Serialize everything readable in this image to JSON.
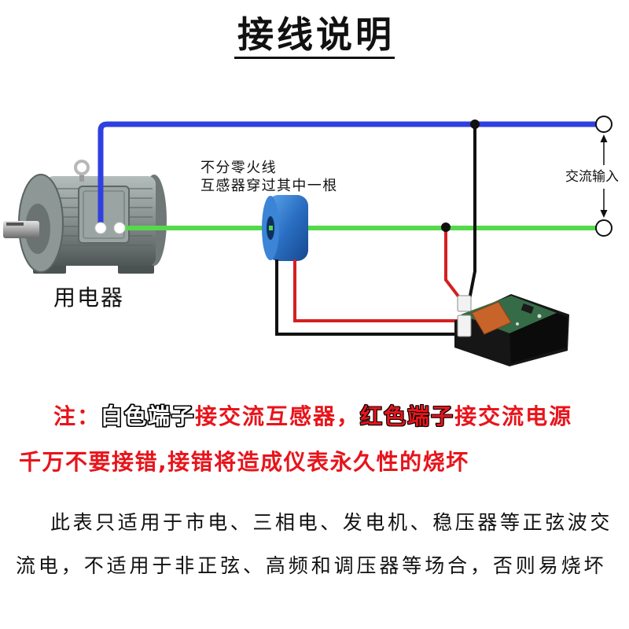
{
  "title": "接线说明",
  "labels": {
    "ct_note_1": "不分零火线",
    "ct_note_2": "互感器穿过其中一根",
    "ac_input": "交流输入",
    "appliance": "用电器"
  },
  "note": {
    "prefix": "注：",
    "white_terminal": "白色端子",
    "to_ct": "接交流互感器，",
    "red_terminal": "红色端子",
    "to_power": "接交流电源"
  },
  "warning": "千万不要接错,接错将造成仪表永久性的烧坏",
  "description": {
    "line_1": "此表只适用于市电、三相电、发电机、稳压器等正弦波交",
    "line_2": "流电，不适用于非正弦、高频和调压器等场合，否则易烧坏"
  },
  "icons": {
    "appliance": "electric-motor-icon",
    "current_transformer": "ct-ring-icon",
    "meter": "meter-module-icon"
  },
  "colors": {
    "neutral_wire": "#2f3fe0",
    "live_wire": "#55d84a",
    "signal_red": "#d42020",
    "signal_black": "#111111",
    "text_red": "#e8141b",
    "ct_ring": "#2a6fc2"
  }
}
